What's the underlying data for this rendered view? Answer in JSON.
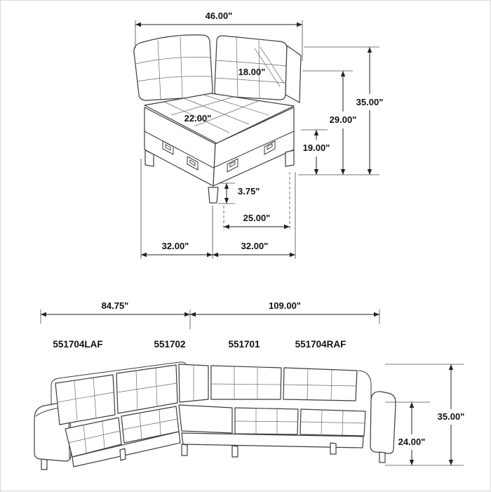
{
  "page": {
    "background": "#ffffff",
    "border_color": "#d9d9d9",
    "line_color": "#3c3c3c",
    "dim_color": "#111111"
  },
  "corner_diagram": {
    "dims": {
      "top_width": "46.00\"",
      "back_cushion_depth": "18.00\"",
      "seat_depth": "22.00\"",
      "overall_height": "35.00\"",
      "back_height": "29.00\"",
      "seat_height": "19.00\"",
      "leg_height": "3.75\"",
      "front_width": "25.00\"",
      "bottom_width_left": "32.00\"",
      "bottom_width_right": "32.00\""
    }
  },
  "sectional_diagram": {
    "dims": {
      "left_length": "84.75\"",
      "right_length": "109.00\"",
      "overall_height": "35.00\"",
      "back_rest_height": "24.00\""
    },
    "parts": [
      {
        "sku": "551704LAF"
      },
      {
        "sku": "551702"
      },
      {
        "sku": "551701"
      },
      {
        "sku": "551704RAF"
      }
    ]
  }
}
